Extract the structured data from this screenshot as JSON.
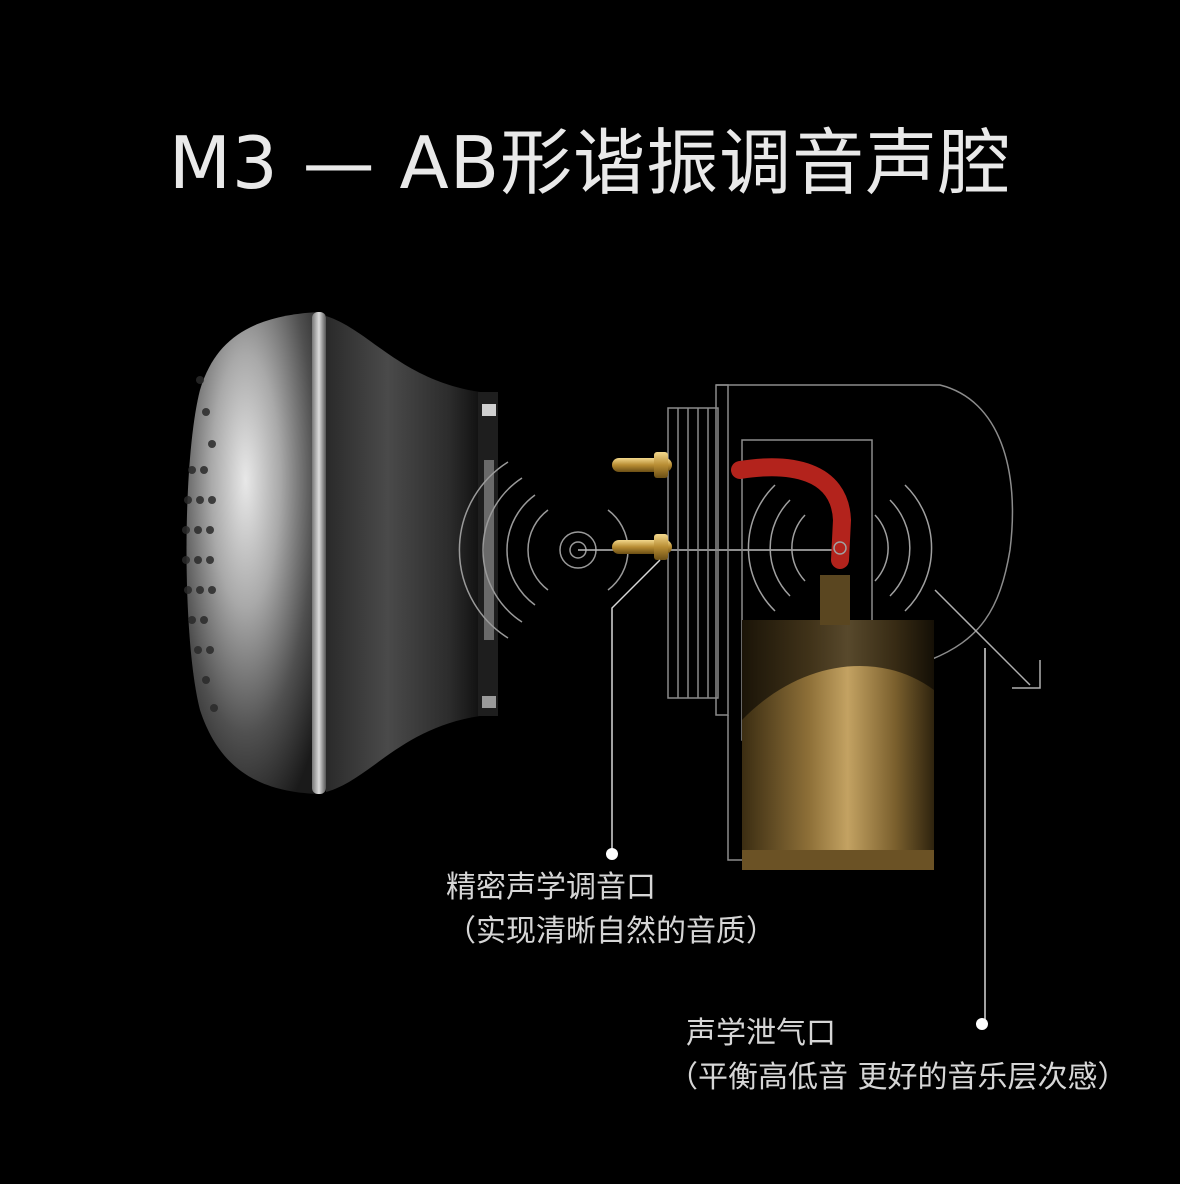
{
  "title": "M3 — AB形谐振调音声腔",
  "callout_left": {
    "line1": "精密声学调音口",
    "line2": "（实现清晰自然的音质）"
  },
  "callout_right": {
    "line1": "声学泄气口",
    "line2": "（平衡高低音 更好的音乐层次感）"
  },
  "colors": {
    "background": "#000000",
    "text": "#d6d6d6",
    "pin_gold": "#c9a24a",
    "driver_brass": "#a8884a",
    "cable_red": "#b3231c",
    "shell_silver": "#b9b9b9"
  }
}
